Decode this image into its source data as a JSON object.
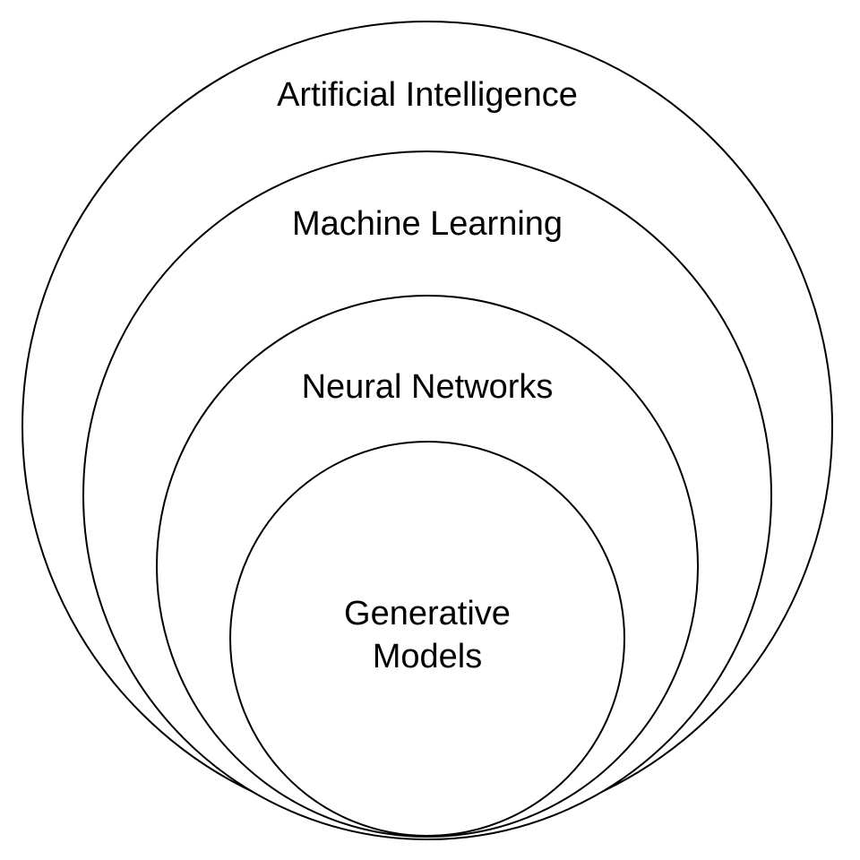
{
  "diagram": {
    "type": "nested-venn",
    "stroke_color": "#000000",
    "fill_color": "#ffffff",
    "text_color": "#000000",
    "levels": [
      {
        "id": "artificial-intelligence",
        "lines": [
          "Artificial Intelligence"
        ]
      },
      {
        "id": "machine-learning",
        "lines": [
          "Machine Learning"
        ]
      },
      {
        "id": "neural-networks",
        "lines": [
          "Neural Networks"
        ]
      },
      {
        "id": "generative-models",
        "lines": [
          "Generative",
          "Models"
        ]
      }
    ]
  }
}
